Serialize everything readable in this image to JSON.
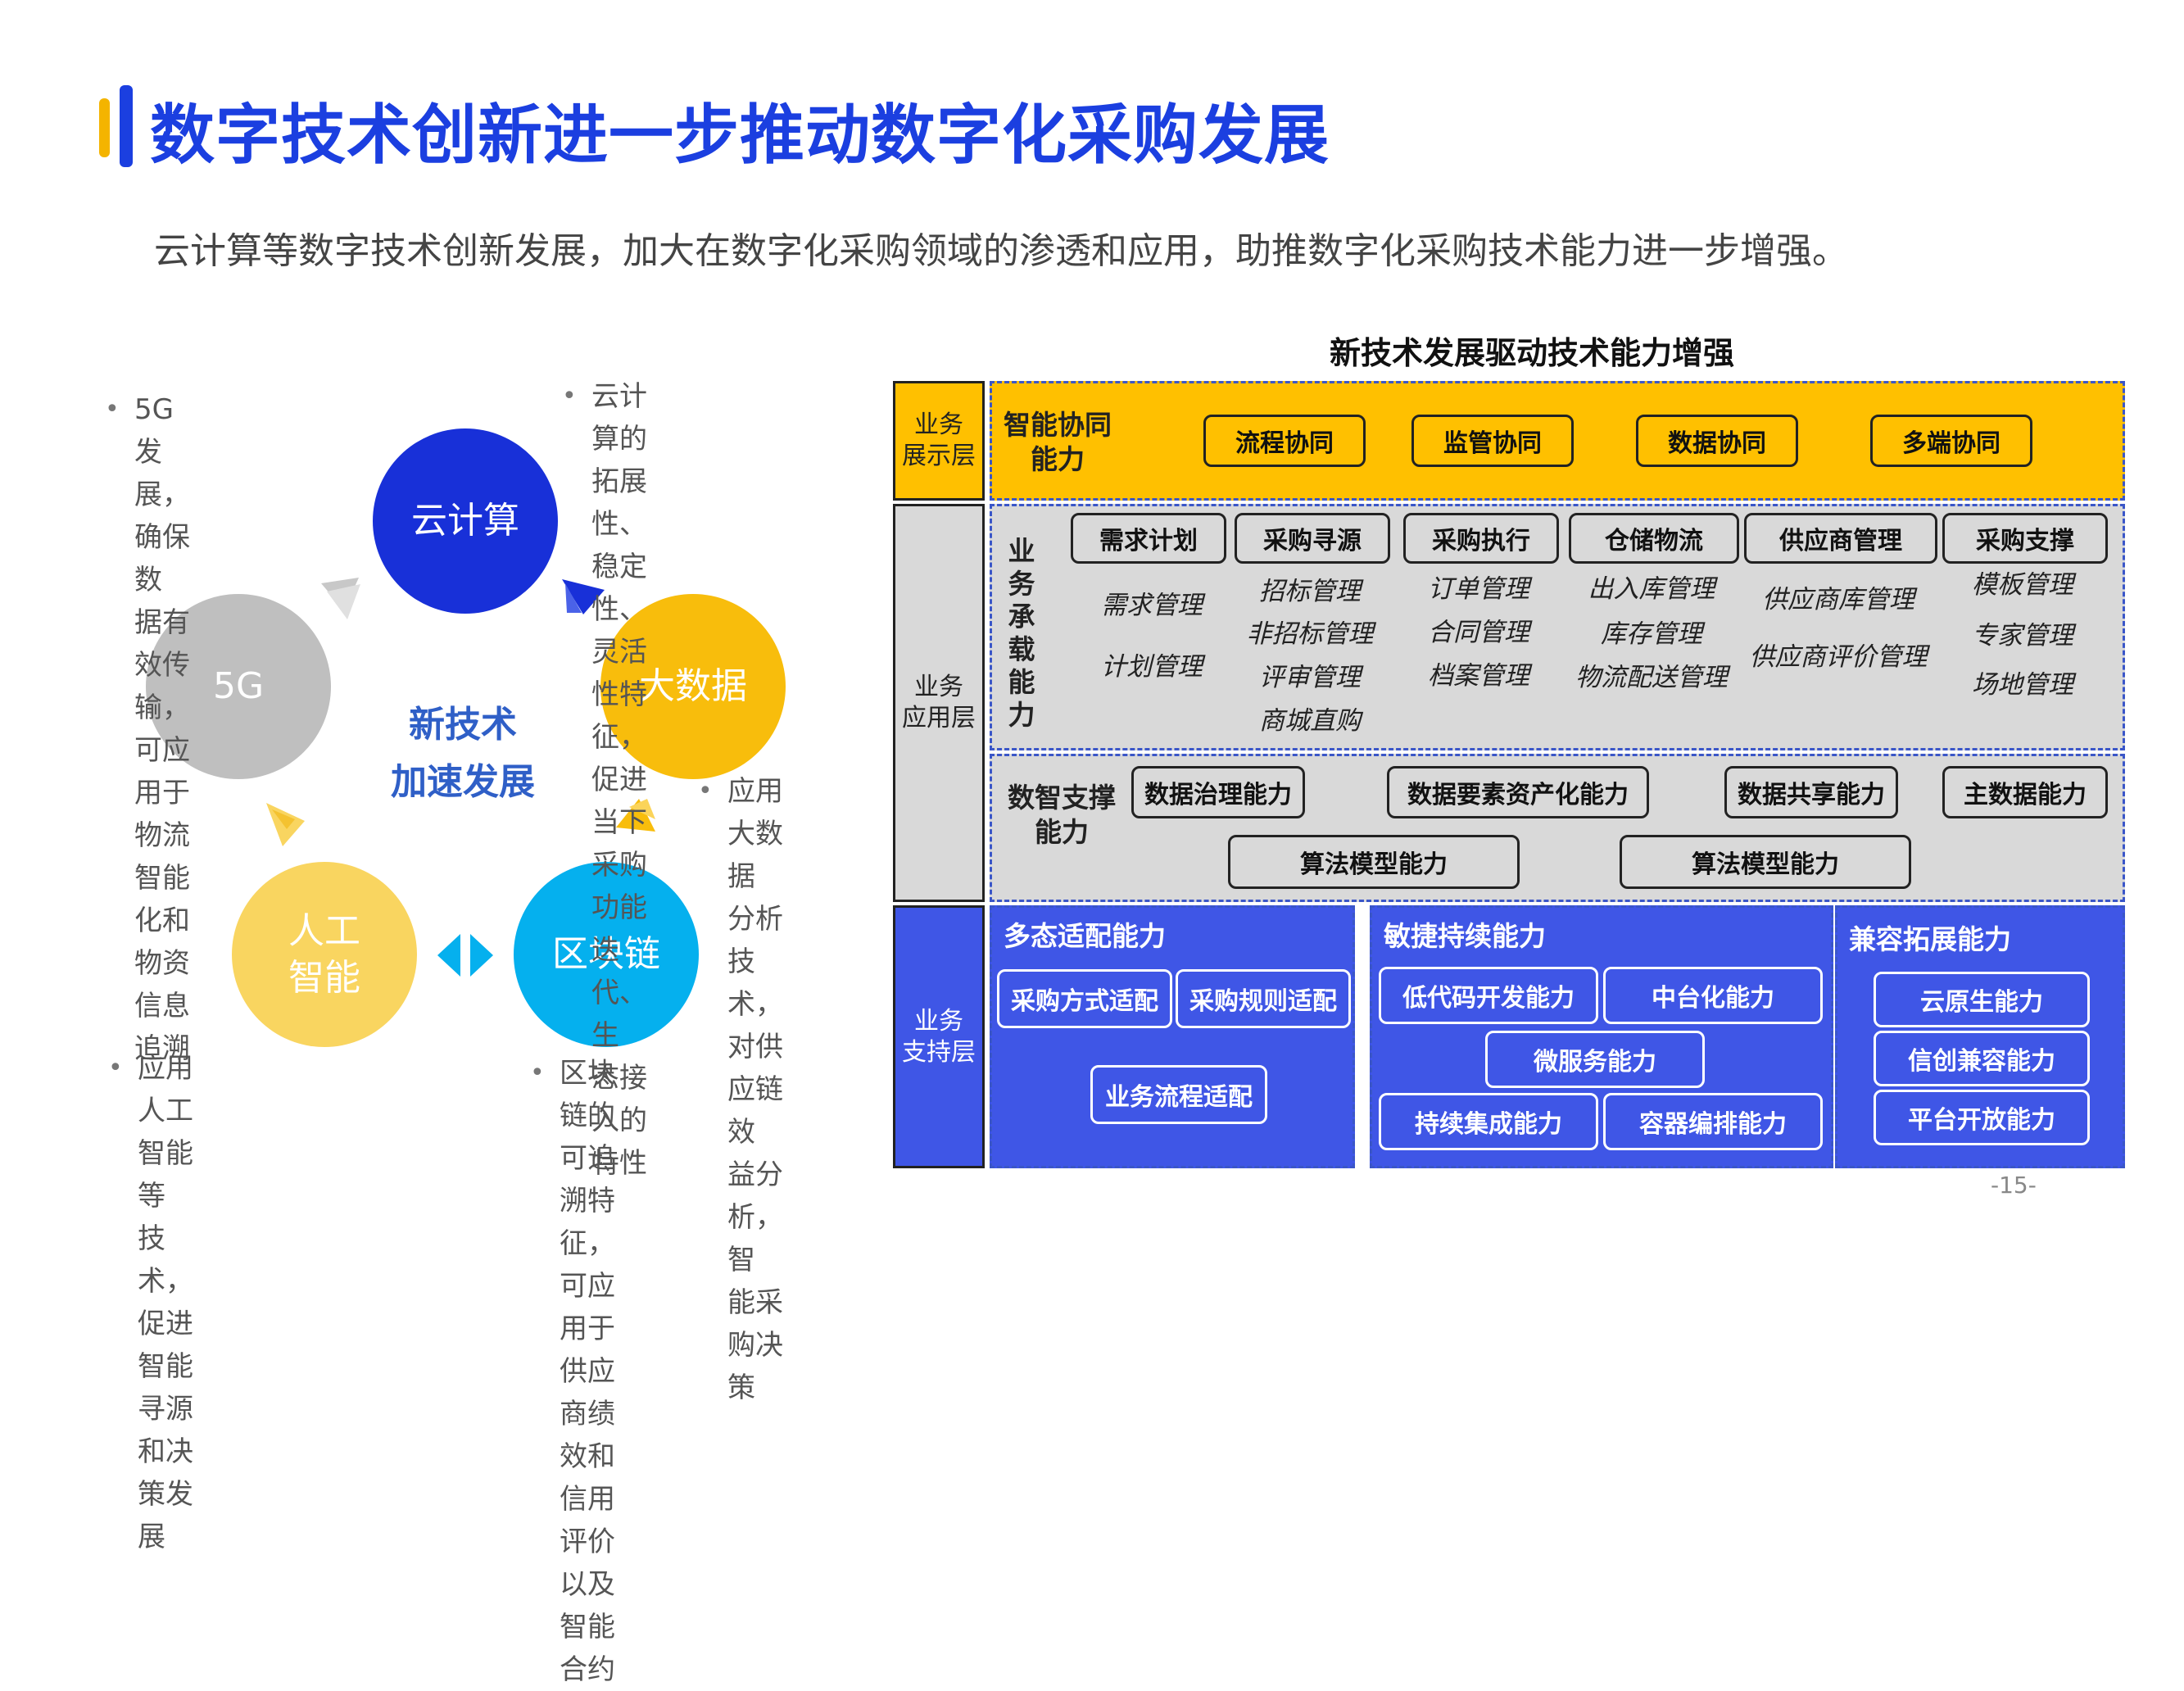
{
  "header": {
    "title": "数字技术创新进一步推动数字化采购发展",
    "subtitle": "云计算等数字技术创新发展，加大在数字化采购领域的渗透和应用，助推数字化采购技术能力进一步增强。"
  },
  "left": {
    "center": [
      "新技术",
      "加速发展"
    ],
    "circles": {
      "cloud": "云计算",
      "bigdata": "大数据",
      "blockchain": "区块链",
      "ai_1": "人工",
      "ai_2": "智能",
      "fiveg": "5G"
    },
    "notes": {
      "fiveg": [
        "5G发展，确保数",
        "据有效传输，可应",
        "用于物流智能化和",
        "物资信息追溯"
      ],
      "cloud": [
        "云计算的拓展性、稳定",
        "性、灵活性特征，促进",
        "当下采购功能迭代、生",
        "态接入的特性"
      ],
      "bigdata": [
        "应用大数据",
        "分析技术，",
        "对供应链效",
        "益分析，智",
        "能采购决策"
      ],
      "blockchain": [
        "区块链的可追溯特征，",
        "可应用于供应商绩效和",
        "信用评价以及智能合约"
      ],
      "ai": [
        "应用人工智能等",
        "技术，促进智能",
        "寻源和决策发展"
      ]
    },
    "bullet": "•"
  },
  "right": {
    "title": "新技术发展驱动技术能力增强",
    "layers": {
      "display": [
        "业务",
        "展示层"
      ],
      "app": [
        "业务",
        "应用层"
      ],
      "support": [
        "业务",
        "支持层"
      ]
    },
    "display_row": {
      "label": [
        "智能协同",
        "能力"
      ],
      "pills": [
        "流程协同",
        "监管协同",
        "数据协同",
        "多端协同"
      ]
    },
    "business_row": {
      "label": [
        "业",
        "务",
        "承",
        "载",
        "能",
        "力"
      ],
      "pills": [
        "需求计划",
        "采购寻源",
        "采购执行",
        "仓储物流",
        "供应商管理",
        "采购支撑"
      ],
      "items": {
        "demand": [
          "需求管理",
          "计划管理"
        ],
        "sourcing": [
          "招标管理",
          "非招标管理",
          "评审管理",
          "商城直购"
        ],
        "execution": [
          "订单管理",
          "合同管理",
          "档案管理"
        ],
        "logistics": [
          "出入库管理",
          "库存管理",
          "物流配送管理"
        ],
        "supplier": [
          "供应商库管理",
          "供应商评价管理"
        ],
        "support": [
          "模板管理",
          "专家管理",
          "场地管理"
        ]
      }
    },
    "data_row": {
      "label": [
        "数智支撑",
        "能力"
      ],
      "pills": [
        "数据治理能力",
        "数据要素资产化能力",
        "数据共享能力",
        "主数据能力",
        "算法模型能力",
        "算法模型能力"
      ]
    },
    "support_sections": [
      {
        "title": "多态适配能力",
        "pills": [
          "采购方式适配",
          "采购规则适配",
          "业务流程适配"
        ]
      },
      {
        "title": "敏捷持续能力",
        "pills": [
          "低代码开发能力",
          "中台化能力",
          "微服务能力",
          "持续集成能力",
          "容器编排能力"
        ]
      },
      {
        "title": "兼容拓展能力",
        "pills": [
          "云原生能力",
          "信创兼容能力",
          "平台开放能力"
        ]
      }
    ]
  },
  "page_number": "-15-",
  "colors": {
    "title_blue": "#1b3fe0",
    "accent_yellow": "#ffc000",
    "cloud_blue": "#1830d8",
    "bigdata_yellow": "#f8bd0c",
    "blockchain_cyan": "#05b0ee",
    "ai_yellow": "#f9d560",
    "fiveg_gray": "#bfbfbf",
    "support_blue": "#3f56e6"
  }
}
